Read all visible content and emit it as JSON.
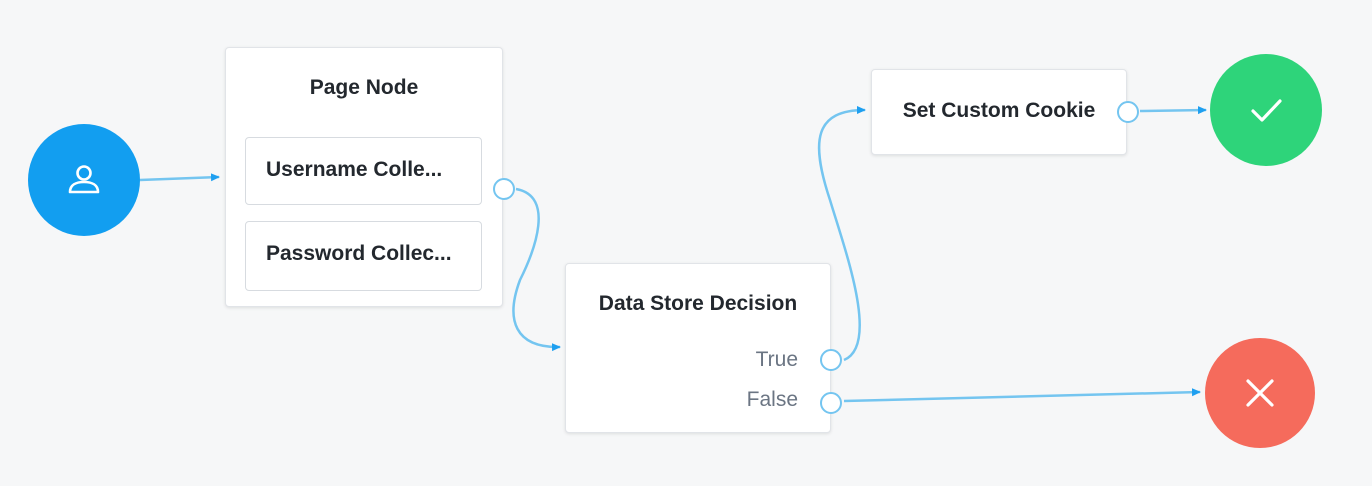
{
  "colors": {
    "start": "#129ef0",
    "success": "#2ed47a",
    "failure": "#f56b5c",
    "connector": "#74c5f0",
    "arrow": "#1e9ff0"
  },
  "start_node": {
    "icon": "user-icon"
  },
  "page_node": {
    "title": "Page Node",
    "children": [
      {
        "label": "Username Colle..."
      },
      {
        "label": "Password Collec..."
      }
    ]
  },
  "decision_node": {
    "title": "Data Store Decision",
    "outcomes": [
      {
        "label": "True"
      },
      {
        "label": "False"
      }
    ]
  },
  "cookie_node": {
    "title": "Set Custom Cookie"
  },
  "success_node": {
    "icon": "checkmark-icon"
  },
  "failure_node": {
    "icon": "close-icon"
  }
}
